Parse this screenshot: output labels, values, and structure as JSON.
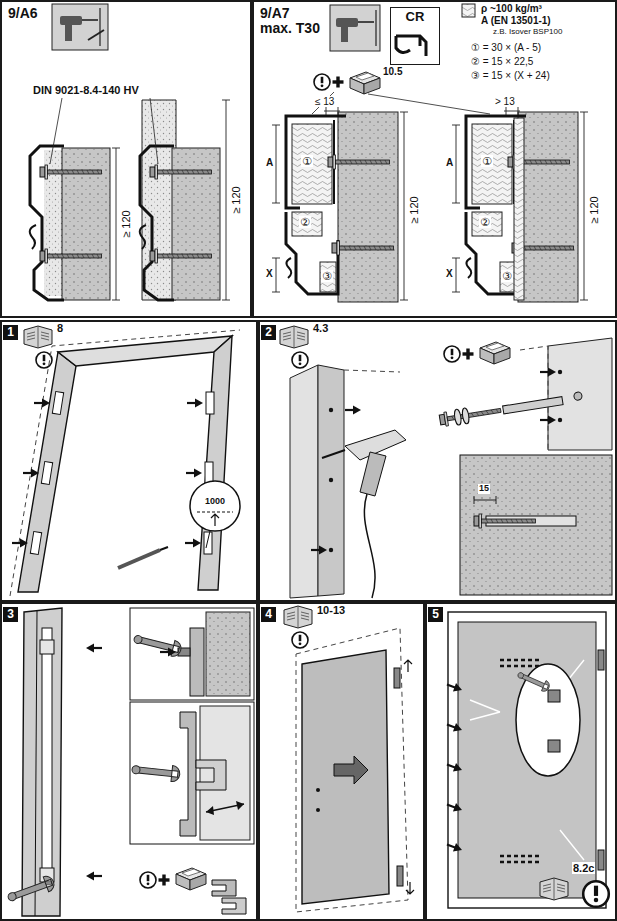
{
  "diagram": {
    "nodes": [
      {
        "text": [
          "9/A6"
        ]
      },
      {
        "text": [
          "9/A7 max. T30"
        ]
      },
      {
        "text": [
          "CR"
        ],
        "in": 1
      },
      {
        "text": [
          "1"
        ]
      },
      {
        "text": [
          "2"
        ]
      },
      {
        "text": [
          "3"
        ]
      },
      {
        "text": [
          "4"
        ]
      },
      {
        "text": [
          "5"
        ]
      }
    ],
    "labels": [
      "DIN 9021-8.4-140 HV",
      "≥ 120",
      "≥ 120",
      "ρ ~100 kg/m³",
      "A (EN 13501-1)",
      "z.B. Isover BSP100",
      "① = 30 × (A - 5)",
      "② = 15 × 22,5",
      "③ = 15 × (X + 24)",
      "10.5",
      "≤ 13",
      "> 13",
      "A",
      "①",
      "②",
      "X",
      "③",
      "≥ 120",
      "A",
      "①",
      "②",
      "X",
      "③",
      "≥ 120",
      "8",
      "1000",
      "4.3",
      "15",
      "10-13",
      "8.2c"
    ]
  }
}
